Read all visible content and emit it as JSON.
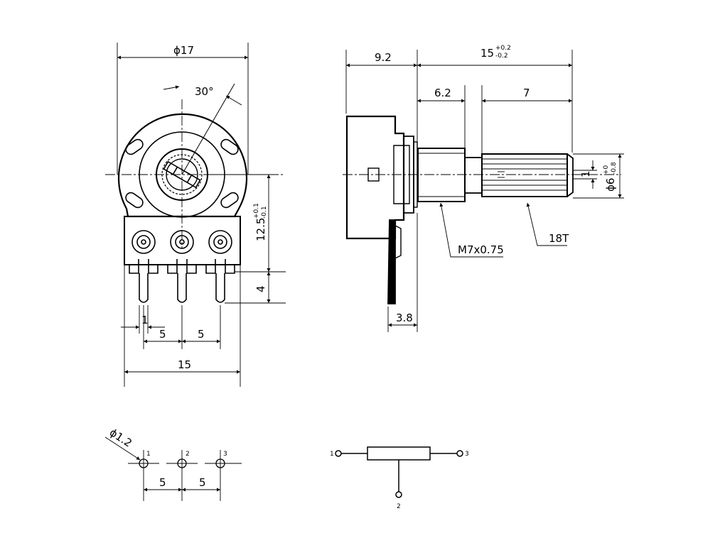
{
  "front_view": {
    "diameter": "ϕ17",
    "angle": "30°",
    "height": "12.5",
    "height_tol_upper": "+0.1",
    "height_tol_lower": "-0.1",
    "pin_length": "4",
    "pin_width": "1",
    "pitch_left": "5",
    "pitch_right": "5",
    "body_width": "15"
  },
  "side_view": {
    "body_depth": "9.2",
    "shaft_length": "15",
    "shaft_tol_upper": "+0.2",
    "shaft_tol_lower": "-0.2",
    "bushing_length": "6.2",
    "knurl_length": "7",
    "slot_width": "1",
    "shaft_diameter": "ϕ6",
    "shaft_diameter_tol_upper": "+0",
    "shaft_diameter_tol_lower": "-0.8",
    "thread": "M7x0.75",
    "knurl": "18T",
    "bracket_depth": "3.8"
  },
  "footprint": {
    "hole_diameter": "ϕ1.2",
    "pins": [
      "1",
      "2",
      "3"
    ],
    "pitch_left": "5",
    "pitch_right": "5"
  },
  "schematic": {
    "pin_left": "1",
    "pin_right": "3",
    "pin_wiper": "2"
  },
  "colors": {
    "ink": "#000000",
    "background": "#ffffff"
  }
}
